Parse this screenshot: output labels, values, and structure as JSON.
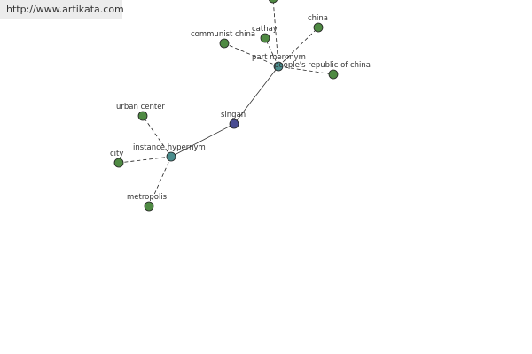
{
  "header": {
    "url": "http://www.artikata.com"
  },
  "colors": {
    "leaf": "#4f8a43",
    "relation": "#4a8c8c",
    "root": "#4a4d92"
  },
  "graph": {
    "nodes": [
      {
        "id": "singan",
        "label": "singan",
        "kind": "root"
      },
      {
        "id": "part-meronym",
        "label": "part meronym",
        "kind": "relation"
      },
      {
        "id": "instance-hypernym",
        "label": "instance hypernym",
        "kind": "relation"
      },
      {
        "id": "top-unlabeled",
        "label": "",
        "kind": "leaf"
      },
      {
        "id": "china",
        "label": "china",
        "kind": "leaf"
      },
      {
        "id": "cathay",
        "label": "cathay",
        "kind": "leaf"
      },
      {
        "id": "communist-china",
        "label": "communist china",
        "kind": "leaf"
      },
      {
        "id": "peoples-republic-of-china",
        "label": "people's republic of china",
        "kind": "leaf"
      },
      {
        "id": "urban-center",
        "label": "urban center",
        "kind": "leaf"
      },
      {
        "id": "city",
        "label": "city",
        "kind": "leaf"
      },
      {
        "id": "metropolis",
        "label": "metropolis",
        "kind": "leaf"
      }
    ],
    "edges": [
      {
        "from": "singan",
        "to": "part-meronym",
        "style": "solid"
      },
      {
        "from": "singan",
        "to": "instance-hypernym",
        "style": "solid"
      },
      {
        "from": "part-meronym",
        "to": "top-unlabeled",
        "style": "dashed"
      },
      {
        "from": "part-meronym",
        "to": "china",
        "style": "dashed"
      },
      {
        "from": "part-meronym",
        "to": "cathay",
        "style": "dashed"
      },
      {
        "from": "part-meronym",
        "to": "communist-china",
        "style": "dashed"
      },
      {
        "from": "part-meronym",
        "to": "peoples-republic-of-china",
        "style": "dashed"
      },
      {
        "from": "instance-hypernym",
        "to": "urban-center",
        "style": "dashed"
      },
      {
        "from": "instance-hypernym",
        "to": "city",
        "style": "dashed"
      },
      {
        "from": "instance-hypernym",
        "to": "metropolis",
        "style": "dashed"
      }
    ]
  }
}
